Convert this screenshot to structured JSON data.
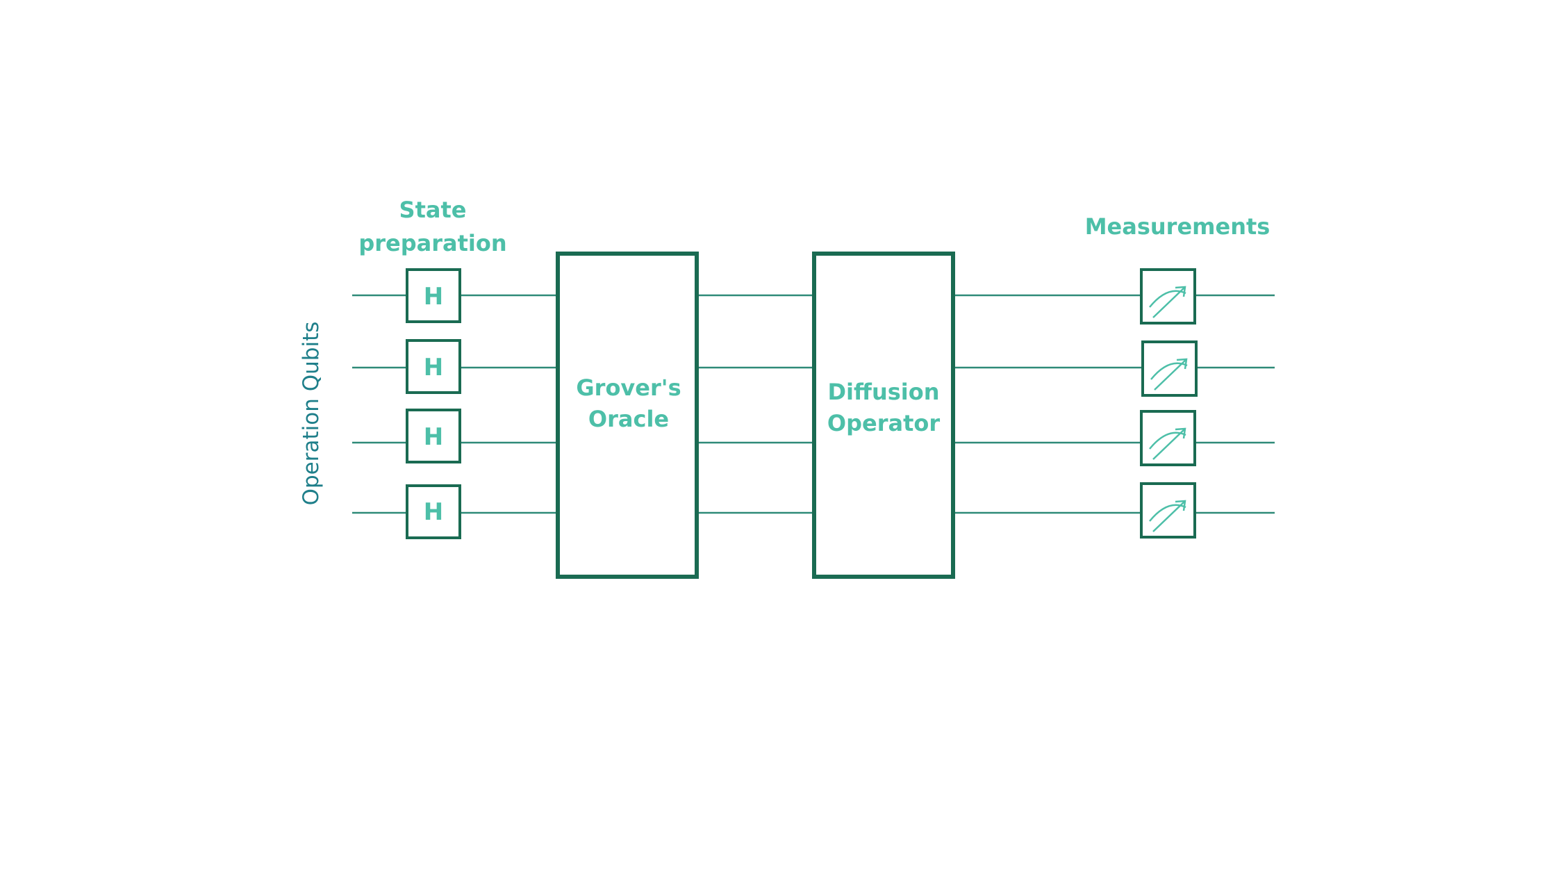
{
  "labels": {
    "state_prep_line1": "State",
    "state_prep_line2": "preparation",
    "measurements": "Measurements",
    "operation_qubits": "Operation Qubits",
    "oracle_line1": "Grover's",
    "oracle_line2": "Oracle",
    "diffusion_line1": "Diffusion",
    "diffusion_line2": "Operator"
  },
  "hadamard_gates": [
    {
      "label": "H"
    },
    {
      "label": "H"
    },
    {
      "label": "H"
    },
    {
      "label": "H"
    }
  ],
  "qubit_count": 4,
  "measurement_gates": [
    {
      "icon": "meter-icon"
    },
    {
      "icon": "meter-icon"
    },
    {
      "icon": "meter-icon"
    },
    {
      "icon": "meter-icon"
    }
  ],
  "colors": {
    "box": "#1a6b52",
    "wire": "#2e8a78",
    "label": "#4dbfa8",
    "side_label": "#1f7f8a"
  }
}
